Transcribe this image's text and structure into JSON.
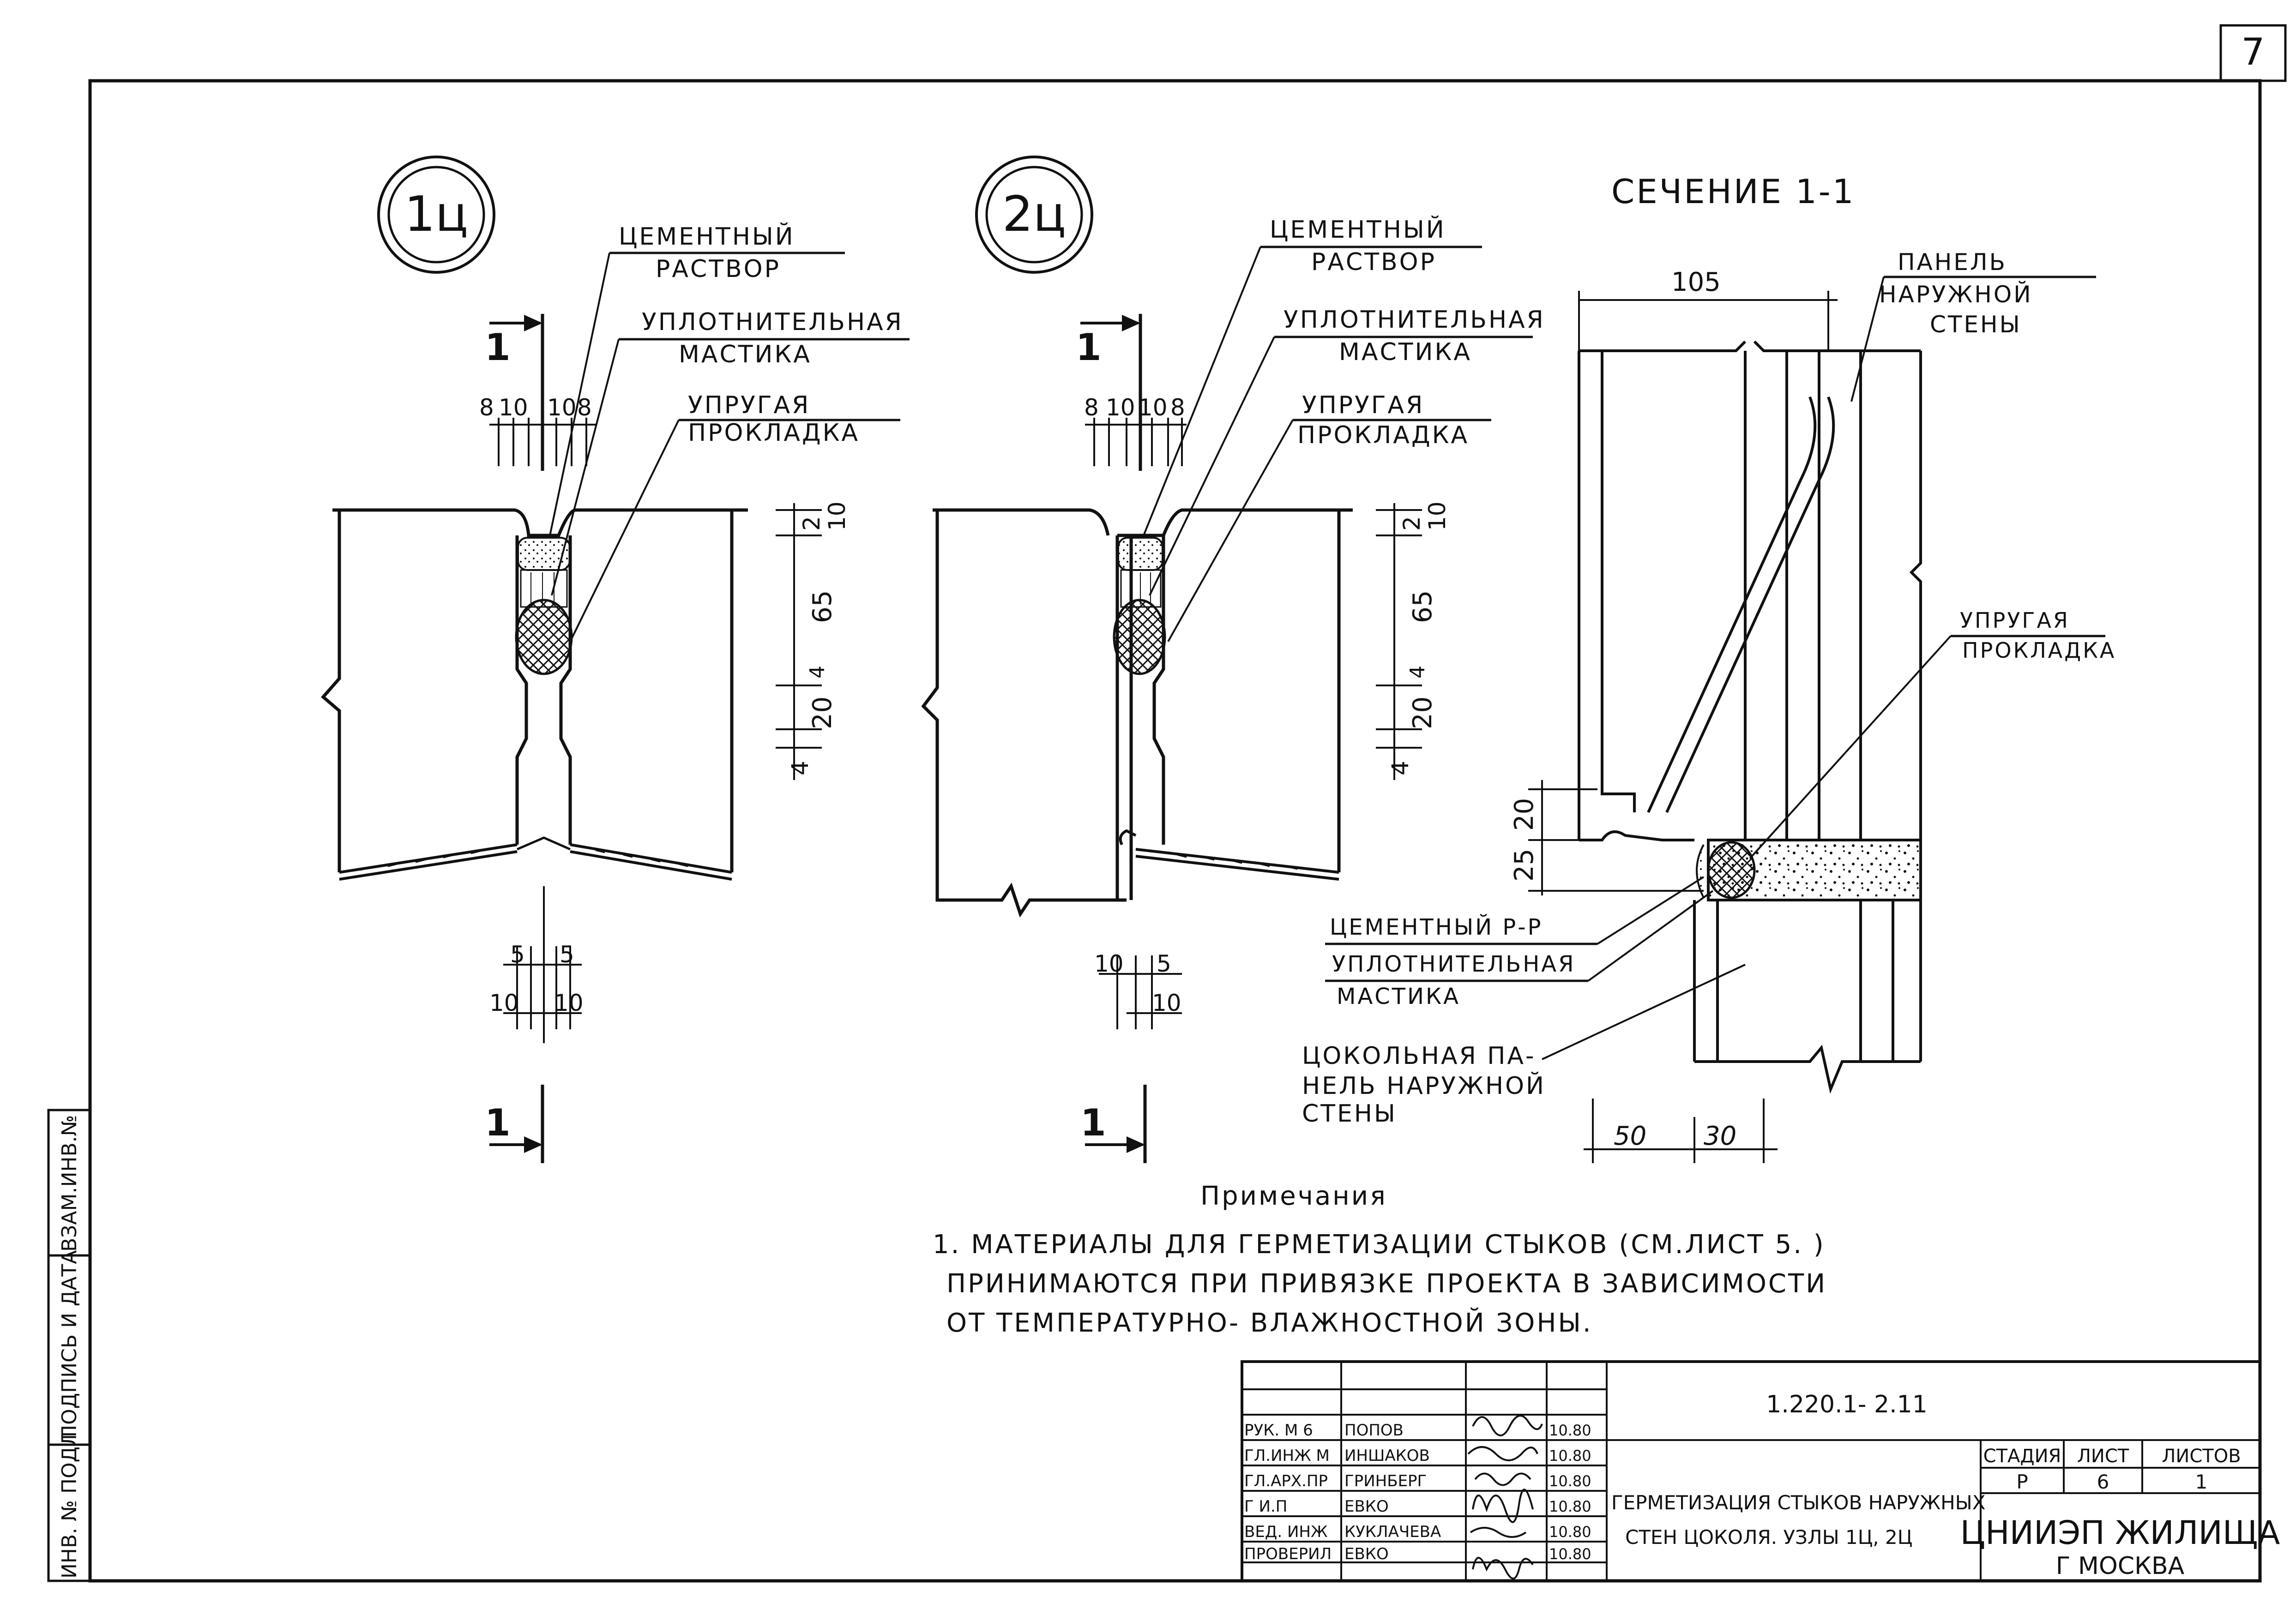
{
  "sheet_number": "7",
  "nodes": {
    "node1": {
      "badge": "1ц",
      "section_mark": "1",
      "labels": {
        "cement_1": "ЦЕМЕНТНЫЙ",
        "cement_2": "РАСТВОР",
        "sealant_1": "УПЛОТНИТЕЛЬНАЯ",
        "sealant_2": "МАСТИКА",
        "gasket_1": "УПРУГАЯ",
        "gasket_2": "ПРОКЛАДКА"
      },
      "dims_top": [
        "8",
        "10",
        "10",
        "8"
      ],
      "dims_right": [
        "2",
        "10",
        "65",
        "4",
        "20",
        "4"
      ],
      "dims_bottom_1": [
        "5",
        "5"
      ],
      "dims_bottom_2": [
        "10",
        "10"
      ]
    },
    "node2": {
      "badge": "2ц",
      "section_mark": "1",
      "labels": {
        "cement_1": "ЦЕМЕНТНЫЙ",
        "cement_2": "РАСТВОР",
        "sealant_1": "УПЛОТНИТЕЛЬНАЯ",
        "sealant_2": "МАСТИКА",
        "gasket_1": "УПРУГАЯ",
        "gasket_2": "ПРОКЛАДКА"
      },
      "dims_top": [
        "8",
        "10",
        "10",
        "8"
      ],
      "dims_right": [
        "2",
        "10",
        "65",
        "4",
        "20",
        "4"
      ],
      "dims_bottom_1": [
        "10",
        "5"
      ],
      "dims_bottom_2": [
        "10"
      ]
    }
  },
  "section": {
    "title": "СЕЧЕНИЕ 1-1",
    "dim_top": "105",
    "panel_1": "ПАНЕЛЬ",
    "panel_2": "НАРУЖНОЙ",
    "panel_3": "СТЕНЫ",
    "gasket_1": "УПРУГАЯ",
    "gasket_2": "ПРОКЛАДКА",
    "cement": "ЦЕМЕНТНЫЙ Р-Р",
    "sealant_1": "УПЛОТНИТЕЛЬНАЯ",
    "sealant_2": "МАСТИКА",
    "plinth_1": "ЦОКОЛЬНАЯ ПА-",
    "plinth_2": "НЕЛЬ НАРУЖНОЙ",
    "plinth_3": "СТЕНЫ",
    "dim_20": "20",
    "dim_25": "25",
    "dim_50": "50",
    "dim_30": "30"
  },
  "notes": {
    "heading": "Примечания",
    "line1": "1. МАТЕРИАЛЫ ДЛЯ ГЕРМЕТИЗАЦИИ СТЫКОВ (СМ.ЛИСТ 5. )",
    "line2": "ПРИНИМАЮТСЯ ПРИ ПРИВЯЗКЕ ПРОЕКТА В ЗАВИСИМОСТИ",
    "line3": "ОТ ТЕМПЕРАТУРНО- ВЛАЖНОСТНОЙ ЗОНЫ."
  },
  "side_stamp": {
    "col1": "ИНВ. № ПОДЛ",
    "col2": "ПОДПИСЬ И ДАТА",
    "col3": "ВЗАМ.ИНВ.№"
  },
  "title_block": {
    "code": "1.220.1- 2.11",
    "title_1": "ГЕРМЕТИЗАЦИЯ СТЫКОВ НАРУЖНЫХ",
    "title_2": "СТЕН ЦОКОЛЯ. УЗЛЫ 1Ц, 2Ц",
    "stage_h": "СТАДИЯ",
    "sheet_h": "ЛИСТ",
    "sheets_h": "ЛИСТОВ",
    "stage": "Р",
    "sheet": "6",
    "sheets": "1",
    "org_1": "ЦНИИЭП ЖИЛИЩА",
    "org_2": "Г МОСКВА",
    "rows": [
      {
        "role": "РУК. М 6",
        "name": "ПОПОВ",
        "date": "10.80"
      },
      {
        "role": "ГЛ.ИНЖ М",
        "name": "ИНШАКОВ",
        "date": "10.80"
      },
      {
        "role": "ГЛ.АРХ.ПР",
        "name": "ГРИНБЕРГ",
        "date": "10.80"
      },
      {
        "role": "Г И.П",
        "name": "ЕВКО",
        "date": "10.80"
      },
      {
        "role": "ВЕД. ИНЖ",
        "name": "КУКЛАЧЕВА",
        "date": "10.80"
      },
      {
        "role": "ПРОВЕРИЛ",
        "name": "ЕВКО",
        "date": "10.80"
      }
    ]
  }
}
